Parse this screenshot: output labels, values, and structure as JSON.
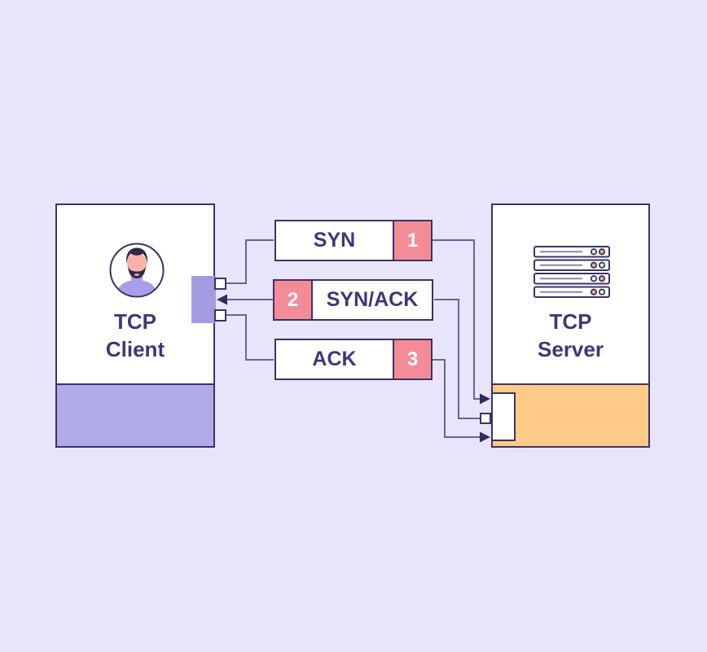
{
  "client": {
    "label": "TCP\nClient",
    "icon": "person-avatar-icon"
  },
  "server": {
    "label": "TCP\nServer",
    "icon": "server-rack-icon"
  },
  "messages": [
    {
      "label": "SYN",
      "step": "1",
      "badge_side": "right",
      "direction": "client-to-server"
    },
    {
      "label": "SYN/ACK",
      "step": "2",
      "badge_side": "left",
      "direction": "server-to-client"
    },
    {
      "label": "ACK",
      "step": "3",
      "badge_side": "right",
      "direction": "client-to-server"
    }
  ],
  "palette": {
    "background": "#e8e4fb",
    "panel_white": "#ffffff",
    "box_border": "#3a3464",
    "text": "#3d3877",
    "client_band": "#b0abe8",
    "connector_purple": "#a39be1",
    "server_band": "#fdcb87",
    "badge_pink": "#f48c97",
    "badge_text": "#ffffff",
    "line": "#6a6492",
    "arrow": "#322c5c",
    "avatar_skin": "#f8b2aa",
    "avatar_hair": "#2e2a44",
    "avatar_sweater": "#a89fe6",
    "server_led_orange": "#eab070",
    "server_slot_line": "#8b88a3"
  }
}
